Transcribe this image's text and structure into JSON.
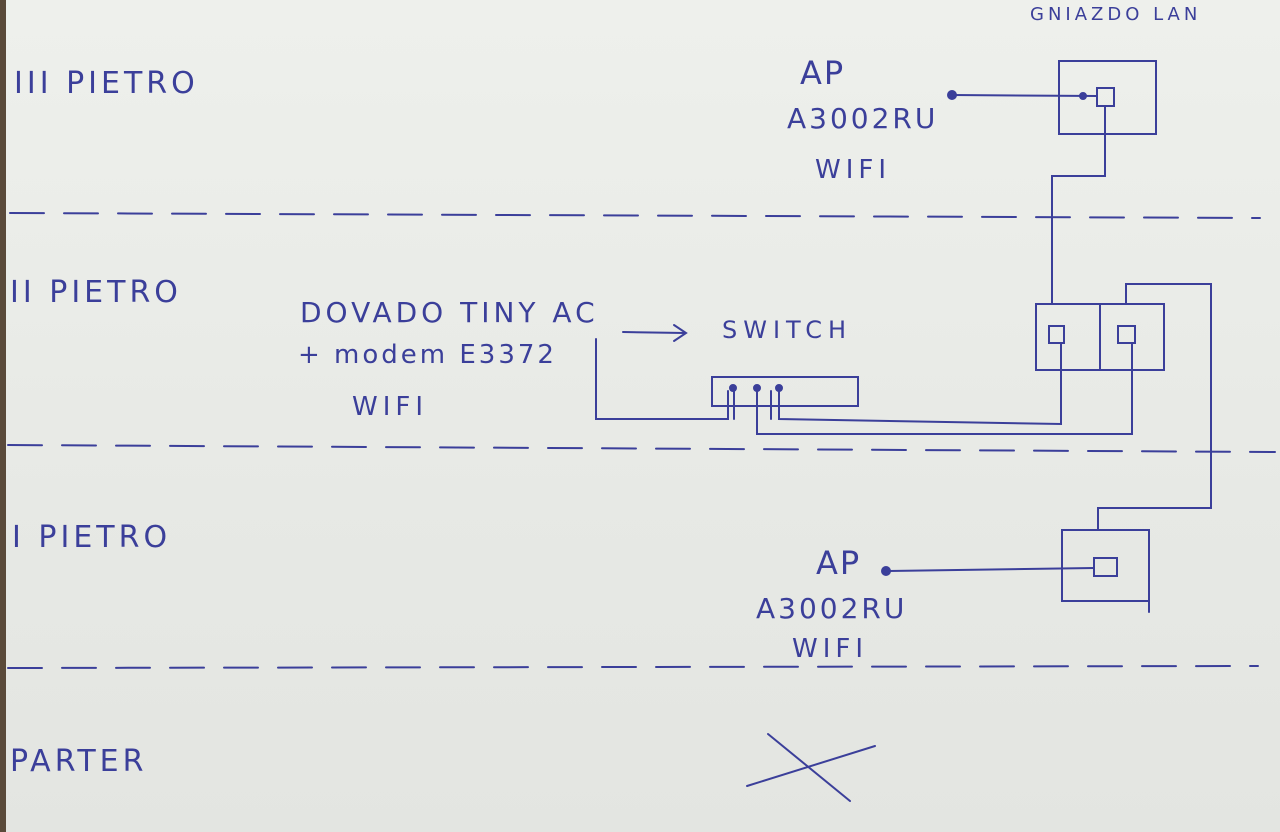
{
  "floors": {
    "third": "III PIETRO",
    "second": "II PIETRO",
    "first": "I PIETRO",
    "ground": "PARTER"
  },
  "lan_socket_label": "GNIAZDO LAN",
  "ap_top": {
    "label": "AP",
    "model": "A3002RU",
    "wifi": "WIFI"
  },
  "ap_bottom": {
    "label": "AP",
    "model": "A3002RU",
    "wifi": "WIFI"
  },
  "provider": {
    "line1": "DOVADO TINY AC",
    "line2": "+ modem E3372",
    "line3": "WIFI"
  },
  "arrow": "→",
  "switch_label": "SWITCH",
  "colors": {
    "ink": "#3b3f9a",
    "paper": "#eceeea"
  }
}
